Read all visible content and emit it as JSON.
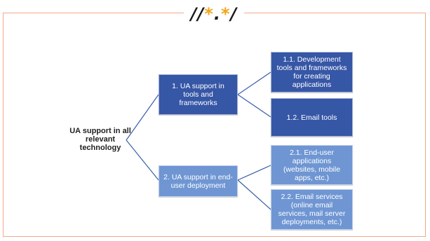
{
  "logo": {
    "slash_left": "//",
    "star1": "*",
    "dot": ".",
    "star2": "*",
    "slash_right": "/"
  },
  "diagram": {
    "root": "UA support in all relevant technology",
    "branches": [
      {
        "label": "1. UA support in tools and frameworks",
        "children": [
          "1.1. Development tools and frameworks for creating applications",
          "1.2. Email tools"
        ]
      },
      {
        "label": "2. UA support in end-user deployment",
        "children": [
          "2.1. End-user applications (websites, mobile apps, etc.)",
          "2.2. Email services (online email services, mail server deployments, etc.)"
        ]
      }
    ]
  },
  "colors": {
    "frame_border": "#f2a98a",
    "dark_box": "#3656a6",
    "light_box": "#6f96d3",
    "connector": "#3a5fa8",
    "logo_star": "#f2a51a"
  }
}
